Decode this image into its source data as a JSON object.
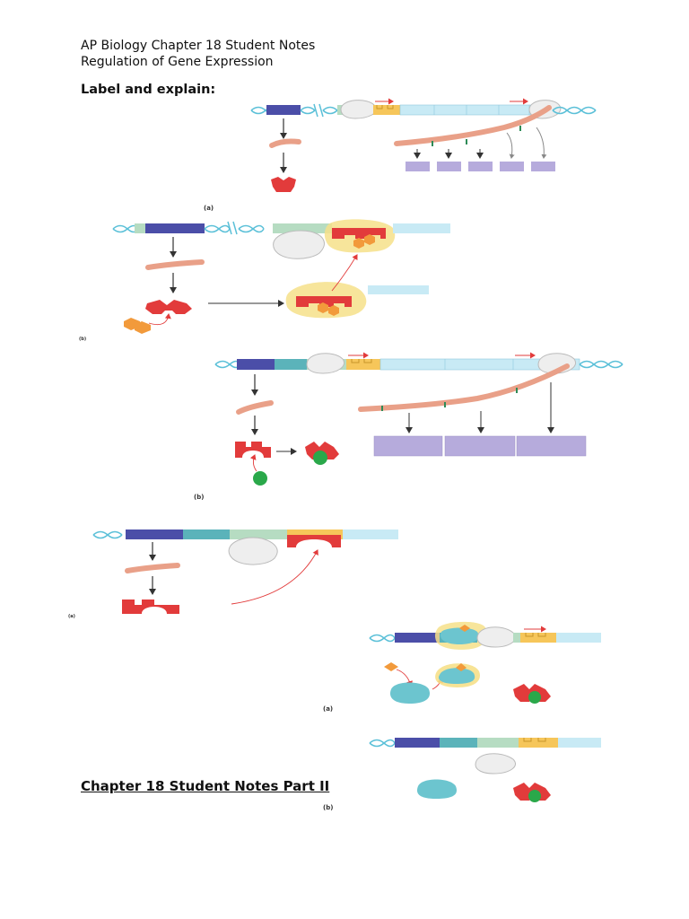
{
  "header": {
    "line1": "AP Biology Chapter 18 Student Notes",
    "line2": "Regulation of Gene Expression"
  },
  "instruction": "Label and explain:",
  "part2_heading": "Chapter 18 Student Notes Part II",
  "panel_labels": {
    "fig1": "(a)",
    "fig2": "(b)",
    "fig3": "(b)",
    "fig4": "(a)",
    "fig5": "(a)",
    "fig6": "(b)"
  },
  "colors": {
    "dna": "#5bc0d8",
    "regulator_gene": "#4b4ea8",
    "promoter_teal": "#5bb3ba",
    "promoter_green": "#b6dcc2",
    "operator": "#f6c65a",
    "gene_bar": "#c8eaf5",
    "mrna": "#e9a088",
    "repressor": "#e23b3b",
    "protein_box": "#b6abdc",
    "corepressor": "#f29a3b",
    "inducer": "#2aa84a",
    "cap_protein": "#6cc5cf",
    "rna_polymerase": "#eeeeee"
  }
}
